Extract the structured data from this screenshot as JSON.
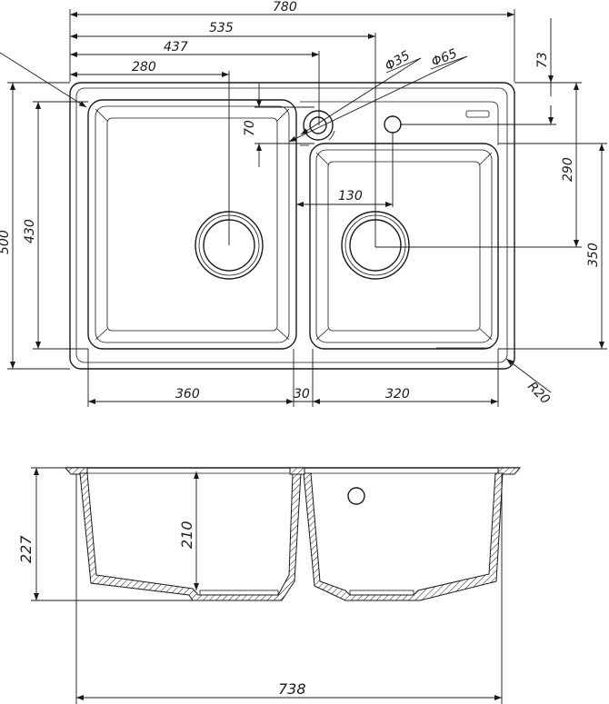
{
  "top_view": {
    "overall_width": "780",
    "to_tap_hole": "535",
    "to_overflow": "437",
    "to_left_drain": "280",
    "overflow_offset": "70",
    "tap_hole_diameter": "Φ35",
    "tap_cutout_diameter": "Φ65",
    "tap_row_offset": "73",
    "right_drain_depth": "290",
    "right_bowl_depth": "350",
    "overall_depth": "500",
    "left_bowl_depth": "430",
    "drain_spacing": "130",
    "left_bowl_width": "360",
    "divider_width": "30",
    "right_bowl_width": "320",
    "corner_radius": "R20"
  },
  "side_view": {
    "overall_height": "227",
    "bowl_depth": "210",
    "base_width": "738"
  }
}
